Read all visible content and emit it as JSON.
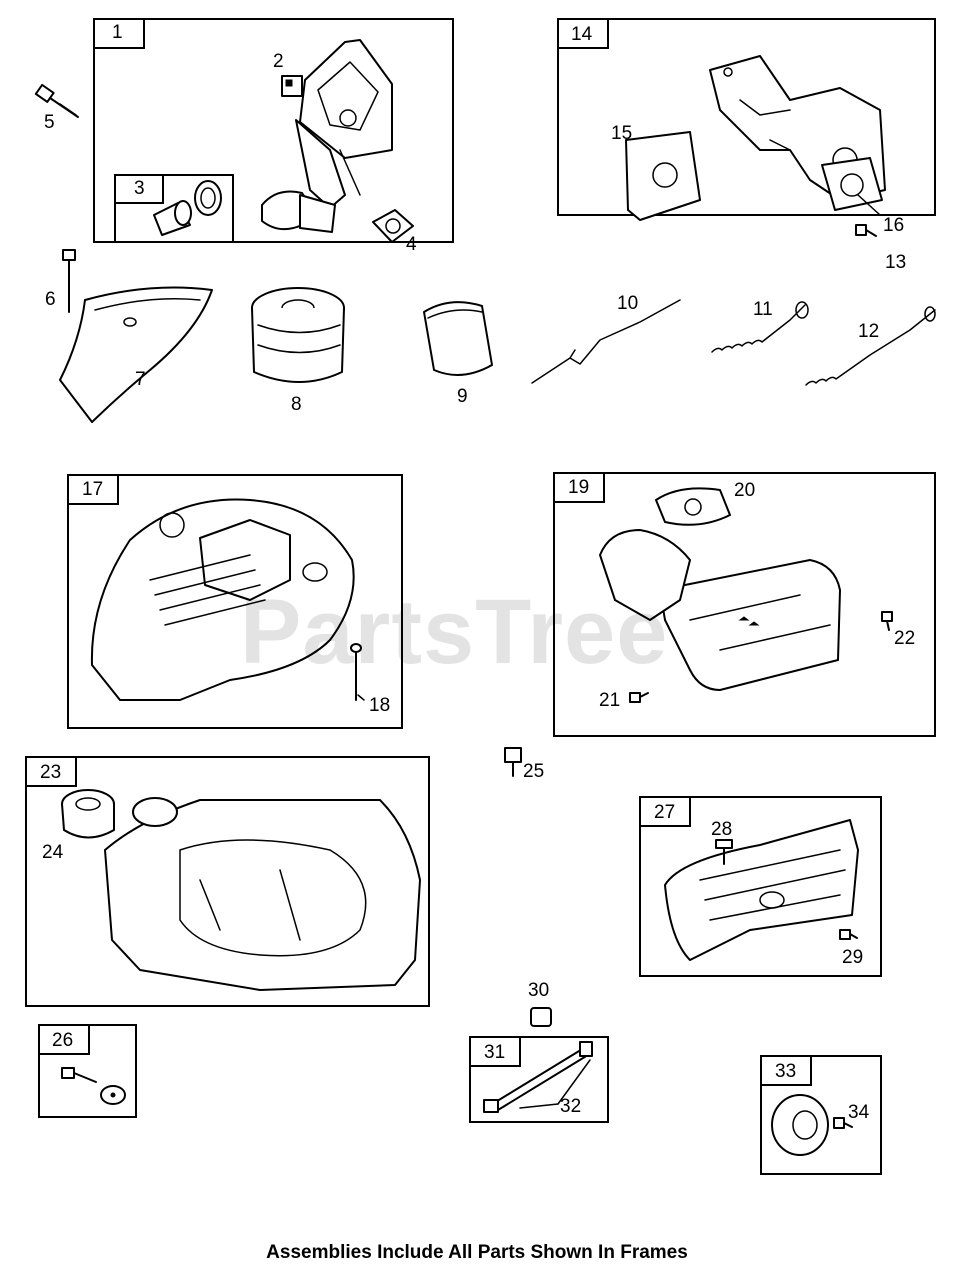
{
  "watermark": "PartsTree",
  "footer_note": "Assemblies Include All Parts Shown In Frames",
  "labels": {
    "p1": "1",
    "p2": "2",
    "p3": "3",
    "p4": "4",
    "p5": "5",
    "p6": "6",
    "p7": "7",
    "p8": "8",
    "p9": "9",
    "p10": "10",
    "p11": "11",
    "p12": "12",
    "p13": "13",
    "p14": "14",
    "p15": "15",
    "p16": "16",
    "p17": "17",
    "p18": "18",
    "p19": "19",
    "p20": "20",
    "p21": "21",
    "p22": "22",
    "p23": "23",
    "p24": "24",
    "p25": "25",
    "p26": "26",
    "p27": "27",
    "p28": "28",
    "p29": "29",
    "p30": "30",
    "p31": "31",
    "p32": "32",
    "p33": "33",
    "p34": "34"
  }
}
